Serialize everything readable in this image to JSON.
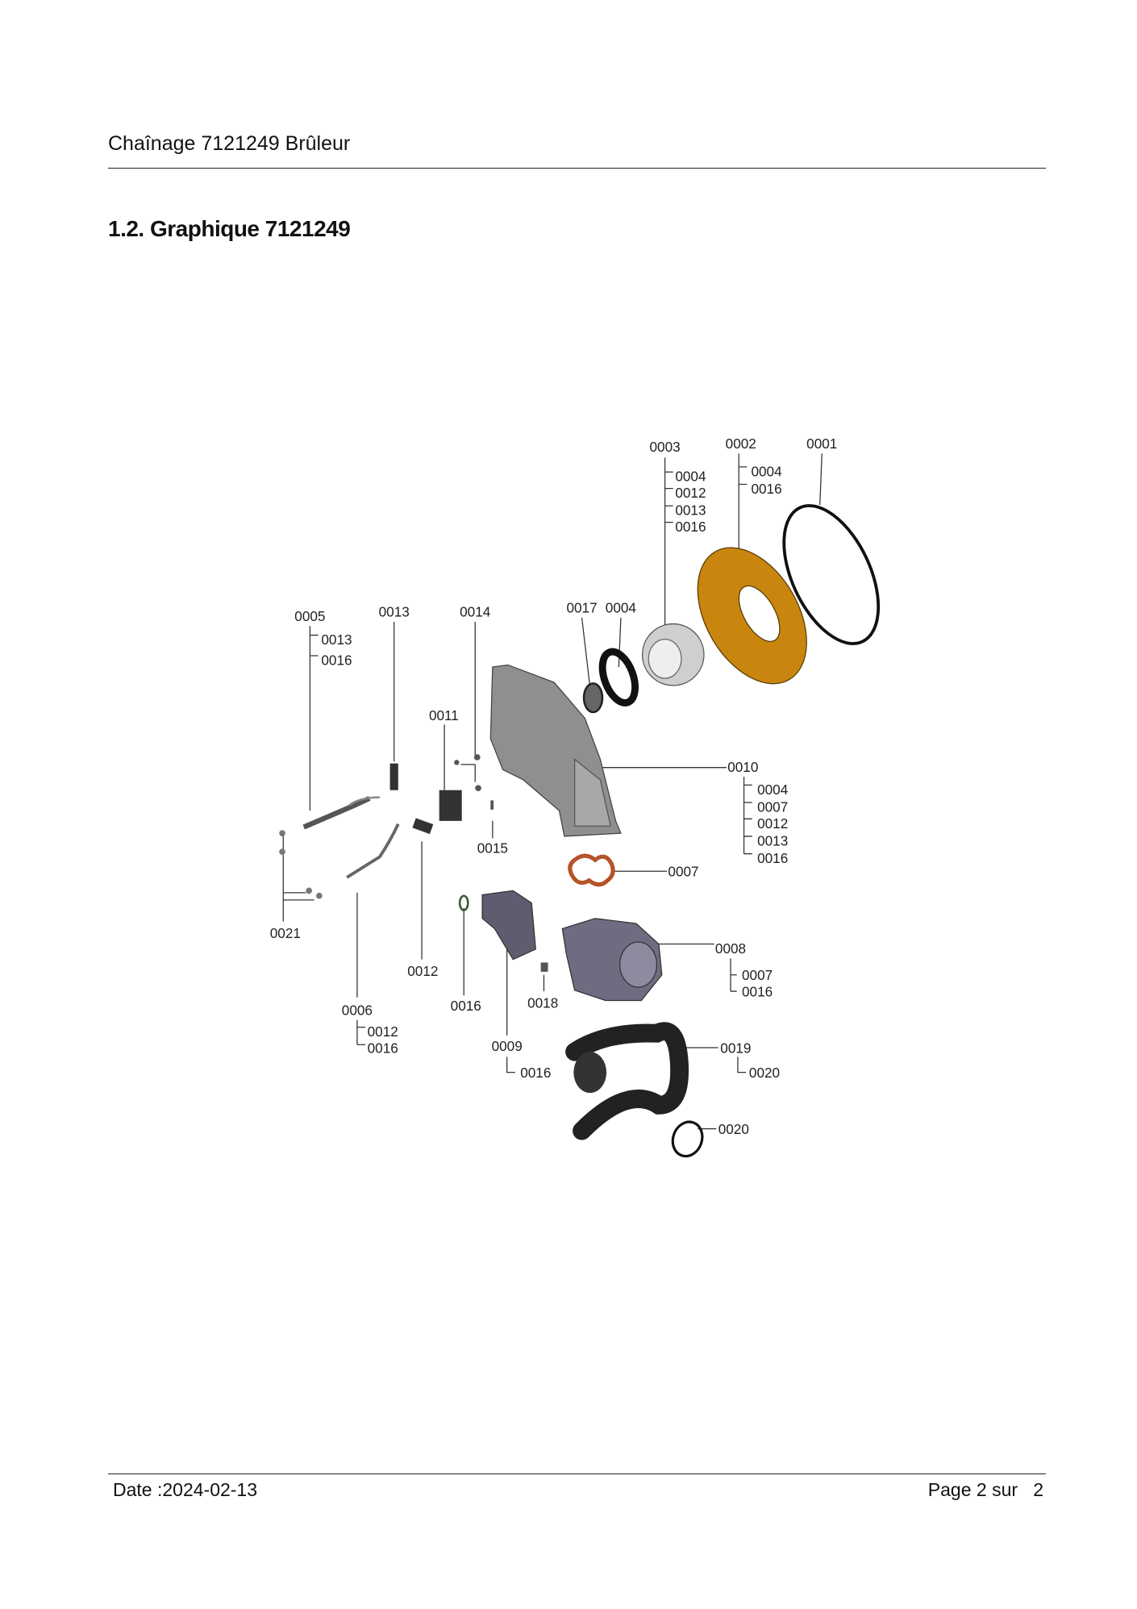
{
  "header": {
    "title": "Chaînage 7121249 Brûleur"
  },
  "section": {
    "heading": "1.2. Graphique 7121249"
  },
  "diagram": {
    "labels": [
      "0003",
      "0004",
      "0012",
      "0013",
      "0016",
      "0002",
      "0004",
      "0016",
      "0001",
      "0005",
      "0013",
      "0016",
      "0013",
      "0014",
      "0017",
      "0004",
      "0011",
      "0010",
      "0004",
      "0007",
      "0012",
      "0013",
      "0016",
      "0015",
      "0007",
      "0021",
      "0012",
      "0008",
      "0007",
      "0016",
      "0016",
      "0018",
      "0006",
      "0012",
      "0016",
      "0009",
      "0016",
      "0019",
      "0020",
      "0020"
    ],
    "colors": {
      "burner_ring": "#c8860f",
      "housing": "#8a8a8a",
      "fan": "#6e6c80",
      "hose": "#222222",
      "gasket": "#b5532a"
    }
  },
  "footer": {
    "date": "Date :2024-02-13",
    "page": "Page 2 sur   2"
  }
}
